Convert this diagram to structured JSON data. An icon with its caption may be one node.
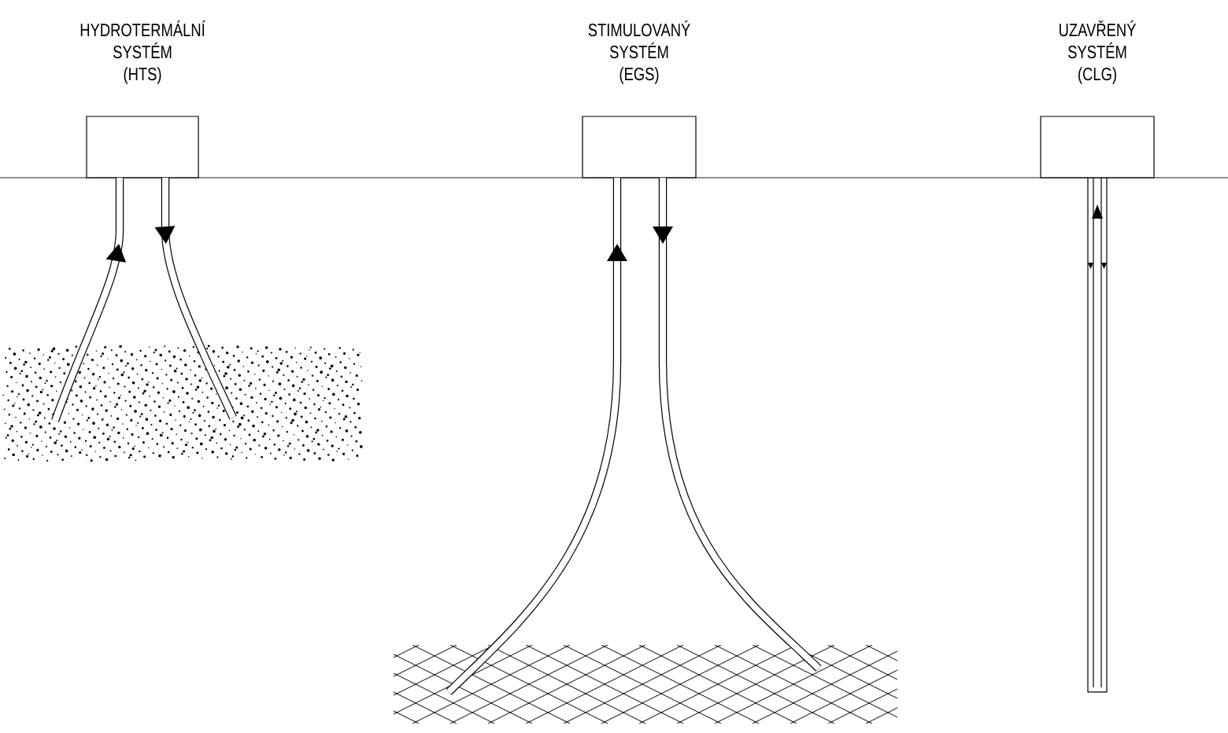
{
  "diagram": {
    "nodes": [
      {
        "text": [
          "HYDROTERMÁLNÍ SYSTÉM (HTS)"
        ]
      },
      {
        "text": [
          "STIMULOVANÝ SYSTÉM (EGS)"
        ]
      },
      {
        "text": [
          "UZAVŘENÝ SYSTÉM (CLG)"
        ]
      },
      {
        "text": [],
        "shape": "picture"
      },
      {
        "text": [],
        "shape": "picture"
      }
    ],
    "edges": [
      {
        "from": 3,
        "to": 0,
        "arrow": "to"
      },
      {
        "from": 0,
        "to": 3,
        "arrow": "to"
      },
      {
        "from": 4,
        "to": 1,
        "arrow": "to"
      },
      {
        "from": 1,
        "to": 4,
        "arrow": "to"
      }
    ]
  }
}
